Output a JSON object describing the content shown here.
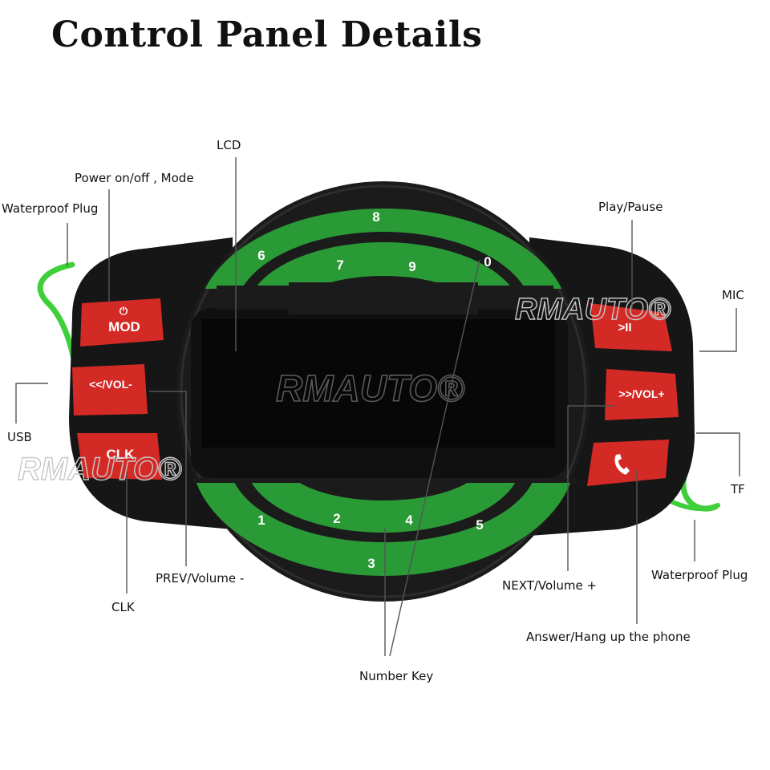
{
  "title": "Control Panel Details",
  "brand_watermark": "RMAUTO®",
  "colors": {
    "body": "#1b1b1b",
    "red_button": "#d42a26",
    "green_keys": "#2a9a36",
    "green_plug": "#3ecf3a",
    "lcd": "#070707"
  },
  "buttons": {
    "mod": {
      "symbol": "⏻",
      "label": "MOD"
    },
    "prev": {
      "label": "<</VOL-"
    },
    "clk": {
      "label": "CLK"
    },
    "play": {
      "label": ">II"
    },
    "next": {
      "label": ">>/VOL+"
    },
    "phone": {
      "icon": "phone-icon"
    }
  },
  "number_keys": [
    "1",
    "2",
    "3",
    "4",
    "5",
    "6",
    "7",
    "8",
    "9",
    "0"
  ],
  "callouts": {
    "lcd": "LCD",
    "power_mode": "Power on/off , Mode",
    "waterproof_plug_left": "Waterproof Plug",
    "usb": "USB",
    "prev_volume": "PREV/Volume -",
    "clk": "CLK",
    "number_key": "Number Key",
    "play_pause": "Play/Pause",
    "mic": "MIC",
    "tf": "TF",
    "waterproof_plug_right": "Waterproof Plug",
    "next_volume": "NEXT/Volume +",
    "answer_hang": "Answer/Hang up the phone"
  }
}
